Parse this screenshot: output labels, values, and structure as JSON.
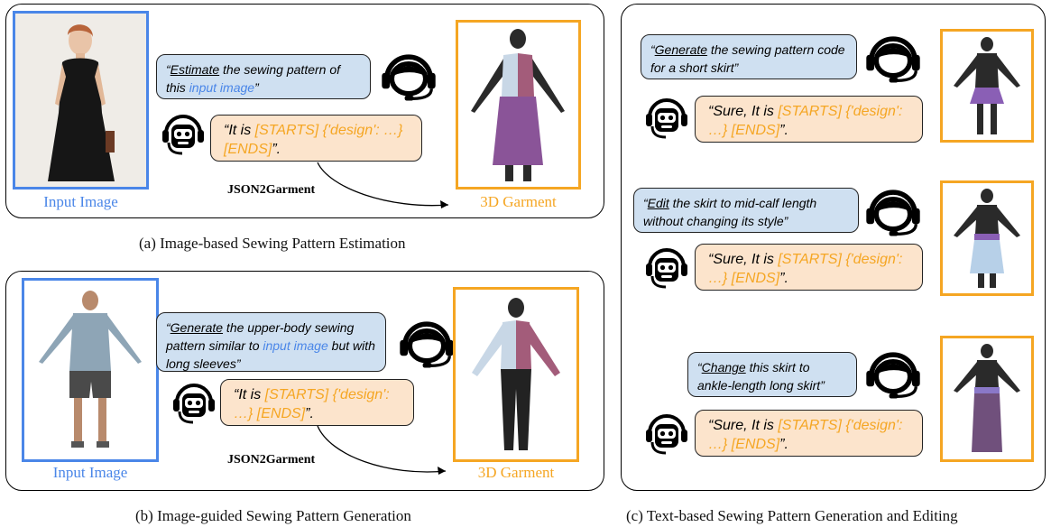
{
  "panel_a": {
    "input_label": "Input Image",
    "output_label": "3D Garment",
    "converter": "JSON2Garment",
    "user_prompt": {
      "quote_open": "“",
      "verb": "Estimate",
      "text1": " the sewing pattern of this ",
      "highlight": "input image",
      "quote_close": "”"
    },
    "bot_reply": {
      "prefix": "“It is ",
      "token1": "[STARTS] {'design': …} [ENDS]",
      "suffix": "”."
    },
    "caption": "(a) Image-based Sewing Pattern Estimation"
  },
  "panel_b": {
    "input_label": "Input Image",
    "output_label": "3D Garment",
    "converter": "JSON2Garment",
    "user_prompt": {
      "quote_open": "“",
      "verb": "Generate",
      "text1": " the upper-body sewing pattern similar to ",
      "highlight": "input image",
      "text2": " but with long sleeves",
      "quote_close": "”"
    },
    "bot_reply": {
      "prefix": "“It is ",
      "token1": "[STARTS] {'design': …} [ENDS]",
      "suffix": "”."
    },
    "caption": "(b) Image-guided Sewing Pattern Generation"
  },
  "panel_c": {
    "rows": [
      {
        "user": {
          "quote_open": "“",
          "verb": "Generate",
          "text": " the sewing pattern code for a short skirt",
          "quote_close": "”"
        },
        "bot": {
          "prefix": "“Sure, It is ",
          "token": "[STARTS] {'design': …} [ENDS]",
          "suffix": "”."
        }
      },
      {
        "user": {
          "quote_open": "“",
          "verb": "Edit",
          "text": " the skirt to mid-calf length without changing its style",
          "quote_close": "”"
        },
        "bot": {
          "prefix": "“Sure, It is ",
          "token": "[STARTS] {'design': …} [ENDS]",
          "suffix": "”."
        }
      },
      {
        "user": {
          "quote_open": "“",
          "verb": "Change",
          "text": " this skirt to ankle-length long skirt",
          "quote_close": "”"
        },
        "bot": {
          "prefix": "“Sure, It is ",
          "token": "[STARTS] {'design': …} [ENDS]",
          "suffix": "”."
        }
      }
    ],
    "caption": "(c) Text-based Sewing Pattern Generation and Editing"
  },
  "colors": {
    "input_border": "#4a86e8",
    "garment_border": "#f5a623",
    "user_bubble": "#cfe0f1",
    "bot_bubble": "#fce4cc"
  },
  "icons": {
    "user": "headset-user-icon",
    "bot": "robot-icon"
  }
}
